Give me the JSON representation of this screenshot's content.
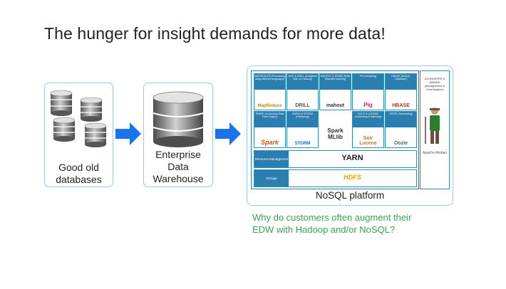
{
  "title": "The hunger for insight demands for more data!",
  "cards": {
    "databases": "Good old\ndatabases",
    "edw": "Enterprise\nData\nWarehouse"
  },
  "platform": {
    "label": "NoSQL platform",
    "tiles": [
      {
        "head": "MAPREDUCE (Processing using different languages)",
        "logo": "MapReduce"
      },
      {
        "head": "HIVE & DRILL (Analytical SQL on Hadoop)",
        "logo": "DRILL"
      },
      {
        "head": "MAHOUT & SPARK MLlib (Machine learning)",
        "logo": "mahout"
      },
      {
        "head": "PIG (Scripting)",
        "logo": "Pig"
      },
      {
        "head": "HBASE (NoSQL Database)",
        "logo": "HBASE"
      },
      {
        "head": "SPARK (In-Memory Data Flow Engine)",
        "logo": "Spark"
      },
      {
        "head": "KAFKA & STORM (Streaming)",
        "logo": "STORM"
      },
      {
        "head": "",
        "logo": "Spark MLlib"
      },
      {
        "head": "SOLR & LUCENE (Searching & Indexing)",
        "logo": "Solr Lucene"
      },
      {
        "head": "OOZIE (Scheduling)",
        "logo": "Oozie"
      }
    ],
    "yarn": {
      "head": "Resource Management",
      "label": "YARN"
    },
    "storage": {
      "head": "Storage",
      "label": "HDFS"
    },
    "side": {
      "head": "ZOOKEEPER & AMBARI (Management & Coordination)",
      "logo": "Apache Ambari"
    }
  },
  "question": "Why do customers often augment their\nEDW with Hadoop and/or NoSQL?",
  "colors": {
    "accent": "#1a73e8",
    "question": "#34a853",
    "card_border": "#9fc5e8",
    "tile_head": "#2a7eb0"
  }
}
